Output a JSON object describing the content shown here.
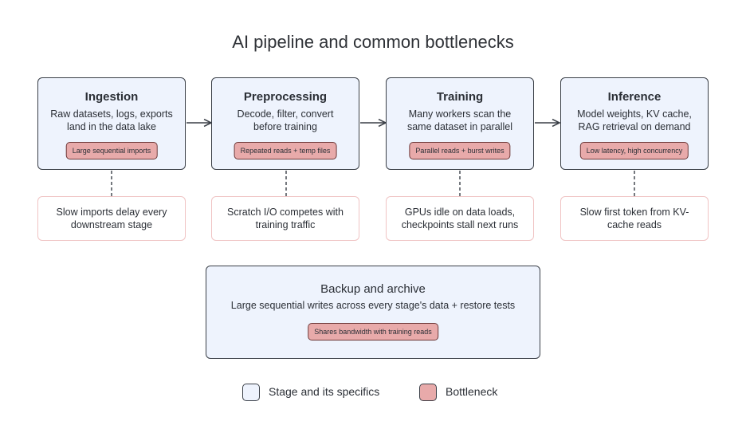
{
  "title": "AI pipeline and common bottlenecks",
  "stages": [
    {
      "name": "Ingestion",
      "desc": [
        "Raw datasets, logs, exports",
        "land in the data lake"
      ],
      "bottleneck": "Large sequential imports",
      "issue": "Slow imports delay every downstream stage"
    },
    {
      "name": "Preprocessing",
      "desc": [
        "Decode, filter, convert",
        "before training"
      ],
      "bottleneck": "Repeated reads + temp files",
      "issue": "Scratch I/O competes with training traffic"
    },
    {
      "name": "Training",
      "desc": [
        "Many workers scan the",
        "same dataset in parallel"
      ],
      "bottleneck": "Parallel reads + burst writes",
      "issue": "GPUs idle on data loads, checkpoints stall next runs"
    },
    {
      "name": "Inference",
      "desc": [
        "Model weights, KV cache,",
        "RAG retrieval on demand"
      ],
      "bottleneck": "Low latency, high concurrency",
      "issue": "Slow first token from KV-cache reads"
    }
  ],
  "backup": {
    "name": "Backup and archive",
    "desc": "Large sequential writes across every stage's data + restore tests",
    "bottleneck": "Shares bandwidth with training reads"
  },
  "legend": {
    "stage": "Stage and its specifics",
    "bottleneck": "Bottleneck"
  },
  "colors": {
    "stage_fill": "#eef3fd",
    "stage_border": "#3a3f47",
    "bottleneck_fill": "#e8aaaa",
    "issue_border": "#f0c4c4"
  }
}
